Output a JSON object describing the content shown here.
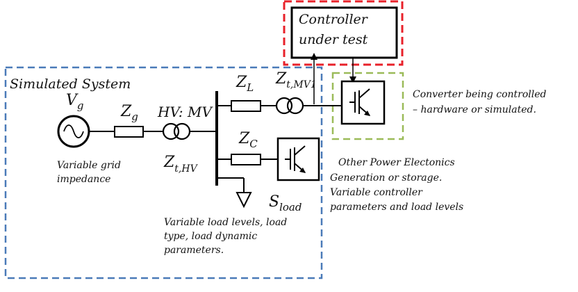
{
  "controller": {
    "line1": "Controller",
    "line2": "under test",
    "frame_color": "#e8212a"
  },
  "simulated_system": {
    "label": "Simulated System",
    "frame_color": "#4a7ab8"
  },
  "converter_frame_color": "#9bbb59",
  "source": {
    "symbol": "V",
    "subscript": "g",
    "caption_line1": "Variable grid",
    "caption_line2": "impedance"
  },
  "grid_impedance": {
    "symbol": "Z",
    "subscript": "g"
  },
  "transformer_hv": {
    "label": "HV: MV",
    "symbol": "Z",
    "subscript": "t,HV"
  },
  "line_impedance": {
    "symbol": "Z",
    "subscript": "L"
  },
  "transformer_mv": {
    "symbol": "Z",
    "subscript": "t,MV1"
  },
  "cap_impedance": {
    "symbol": "Z",
    "subscript": "C"
  },
  "load": {
    "symbol": "S",
    "subscript": "load",
    "caption_line1": "Variable load levels, load",
    "caption_line2": "type, load dynamic",
    "caption_line3": "parameters."
  },
  "converter_caption": {
    "line1": "Converter being controlled",
    "line2": "– hardware or simulated."
  },
  "other_pe": {
    "title": "Other Power Electonics",
    "line1": "Generation or storage.",
    "line2": "Variable controller",
    "line3": "parameters and load levels"
  },
  "icons": [
    "ac-source-icon",
    "impedance-icon",
    "transformer-icon",
    "igbt-converter-icon",
    "load-arrow-icon"
  ]
}
